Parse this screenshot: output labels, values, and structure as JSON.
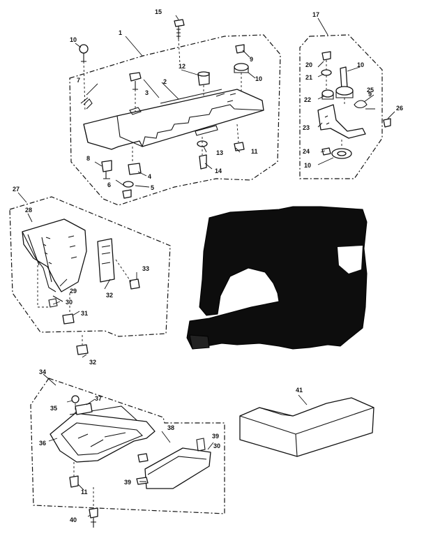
{
  "callouts": [
    {
      "id": "c1",
      "text": "1"
    },
    {
      "id": "c2",
      "text": "2"
    },
    {
      "id": "c3",
      "text": "3"
    },
    {
      "id": "c4",
      "text": "4"
    },
    {
      "id": "c5",
      "text": "5"
    },
    {
      "id": "c6",
      "text": "6"
    },
    {
      "id": "c7",
      "text": "7"
    },
    {
      "id": "c8",
      "text": "8"
    },
    {
      "id": "c9a",
      "text": "9"
    },
    {
      "id": "c9b",
      "text": "9"
    },
    {
      "id": "c10a",
      "text": "10"
    },
    {
      "id": "c10b",
      "text": "10"
    },
    {
      "id": "c10c",
      "text": "10"
    },
    {
      "id": "c10d",
      "text": "10"
    },
    {
      "id": "c11a",
      "text": "11"
    },
    {
      "id": "c11b",
      "text": "11"
    },
    {
      "id": "c12",
      "text": "12"
    },
    {
      "id": "c13",
      "text": "13"
    },
    {
      "id": "c14",
      "text": "14"
    },
    {
      "id": "c15",
      "text": "15"
    },
    {
      "id": "c17",
      "text": "17"
    },
    {
      "id": "c20",
      "text": "20"
    },
    {
      "id": "c21",
      "text": "21"
    },
    {
      "id": "c22",
      "text": "22"
    },
    {
      "id": "c23",
      "text": "23"
    },
    {
      "id": "c24",
      "text": "24"
    },
    {
      "id": "c25",
      "text": "25"
    },
    {
      "id": "c26",
      "text": "26"
    },
    {
      "id": "c27",
      "text": "27"
    },
    {
      "id": "c28",
      "text": "28"
    },
    {
      "id": "c29",
      "text": "29"
    },
    {
      "id": "c30a",
      "text": "30"
    },
    {
      "id": "c30b",
      "text": "30"
    },
    {
      "id": "c31",
      "text": "31"
    },
    {
      "id": "c32a",
      "text": "32"
    },
    {
      "id": "c32b",
      "text": "32"
    },
    {
      "id": "c33",
      "text": "33"
    },
    {
      "id": "c34",
      "text": "34"
    },
    {
      "id": "c35",
      "text": "35"
    },
    {
      "id": "c36",
      "text": "36"
    },
    {
      "id": "c37",
      "text": "37"
    },
    {
      "id": "c38",
      "text": "38"
    },
    {
      "id": "c39a",
      "text": "39"
    },
    {
      "id": "c39b",
      "text": "39"
    },
    {
      "id": "c40",
      "text": "40"
    },
    {
      "id": "c41",
      "text": "41"
    }
  ]
}
